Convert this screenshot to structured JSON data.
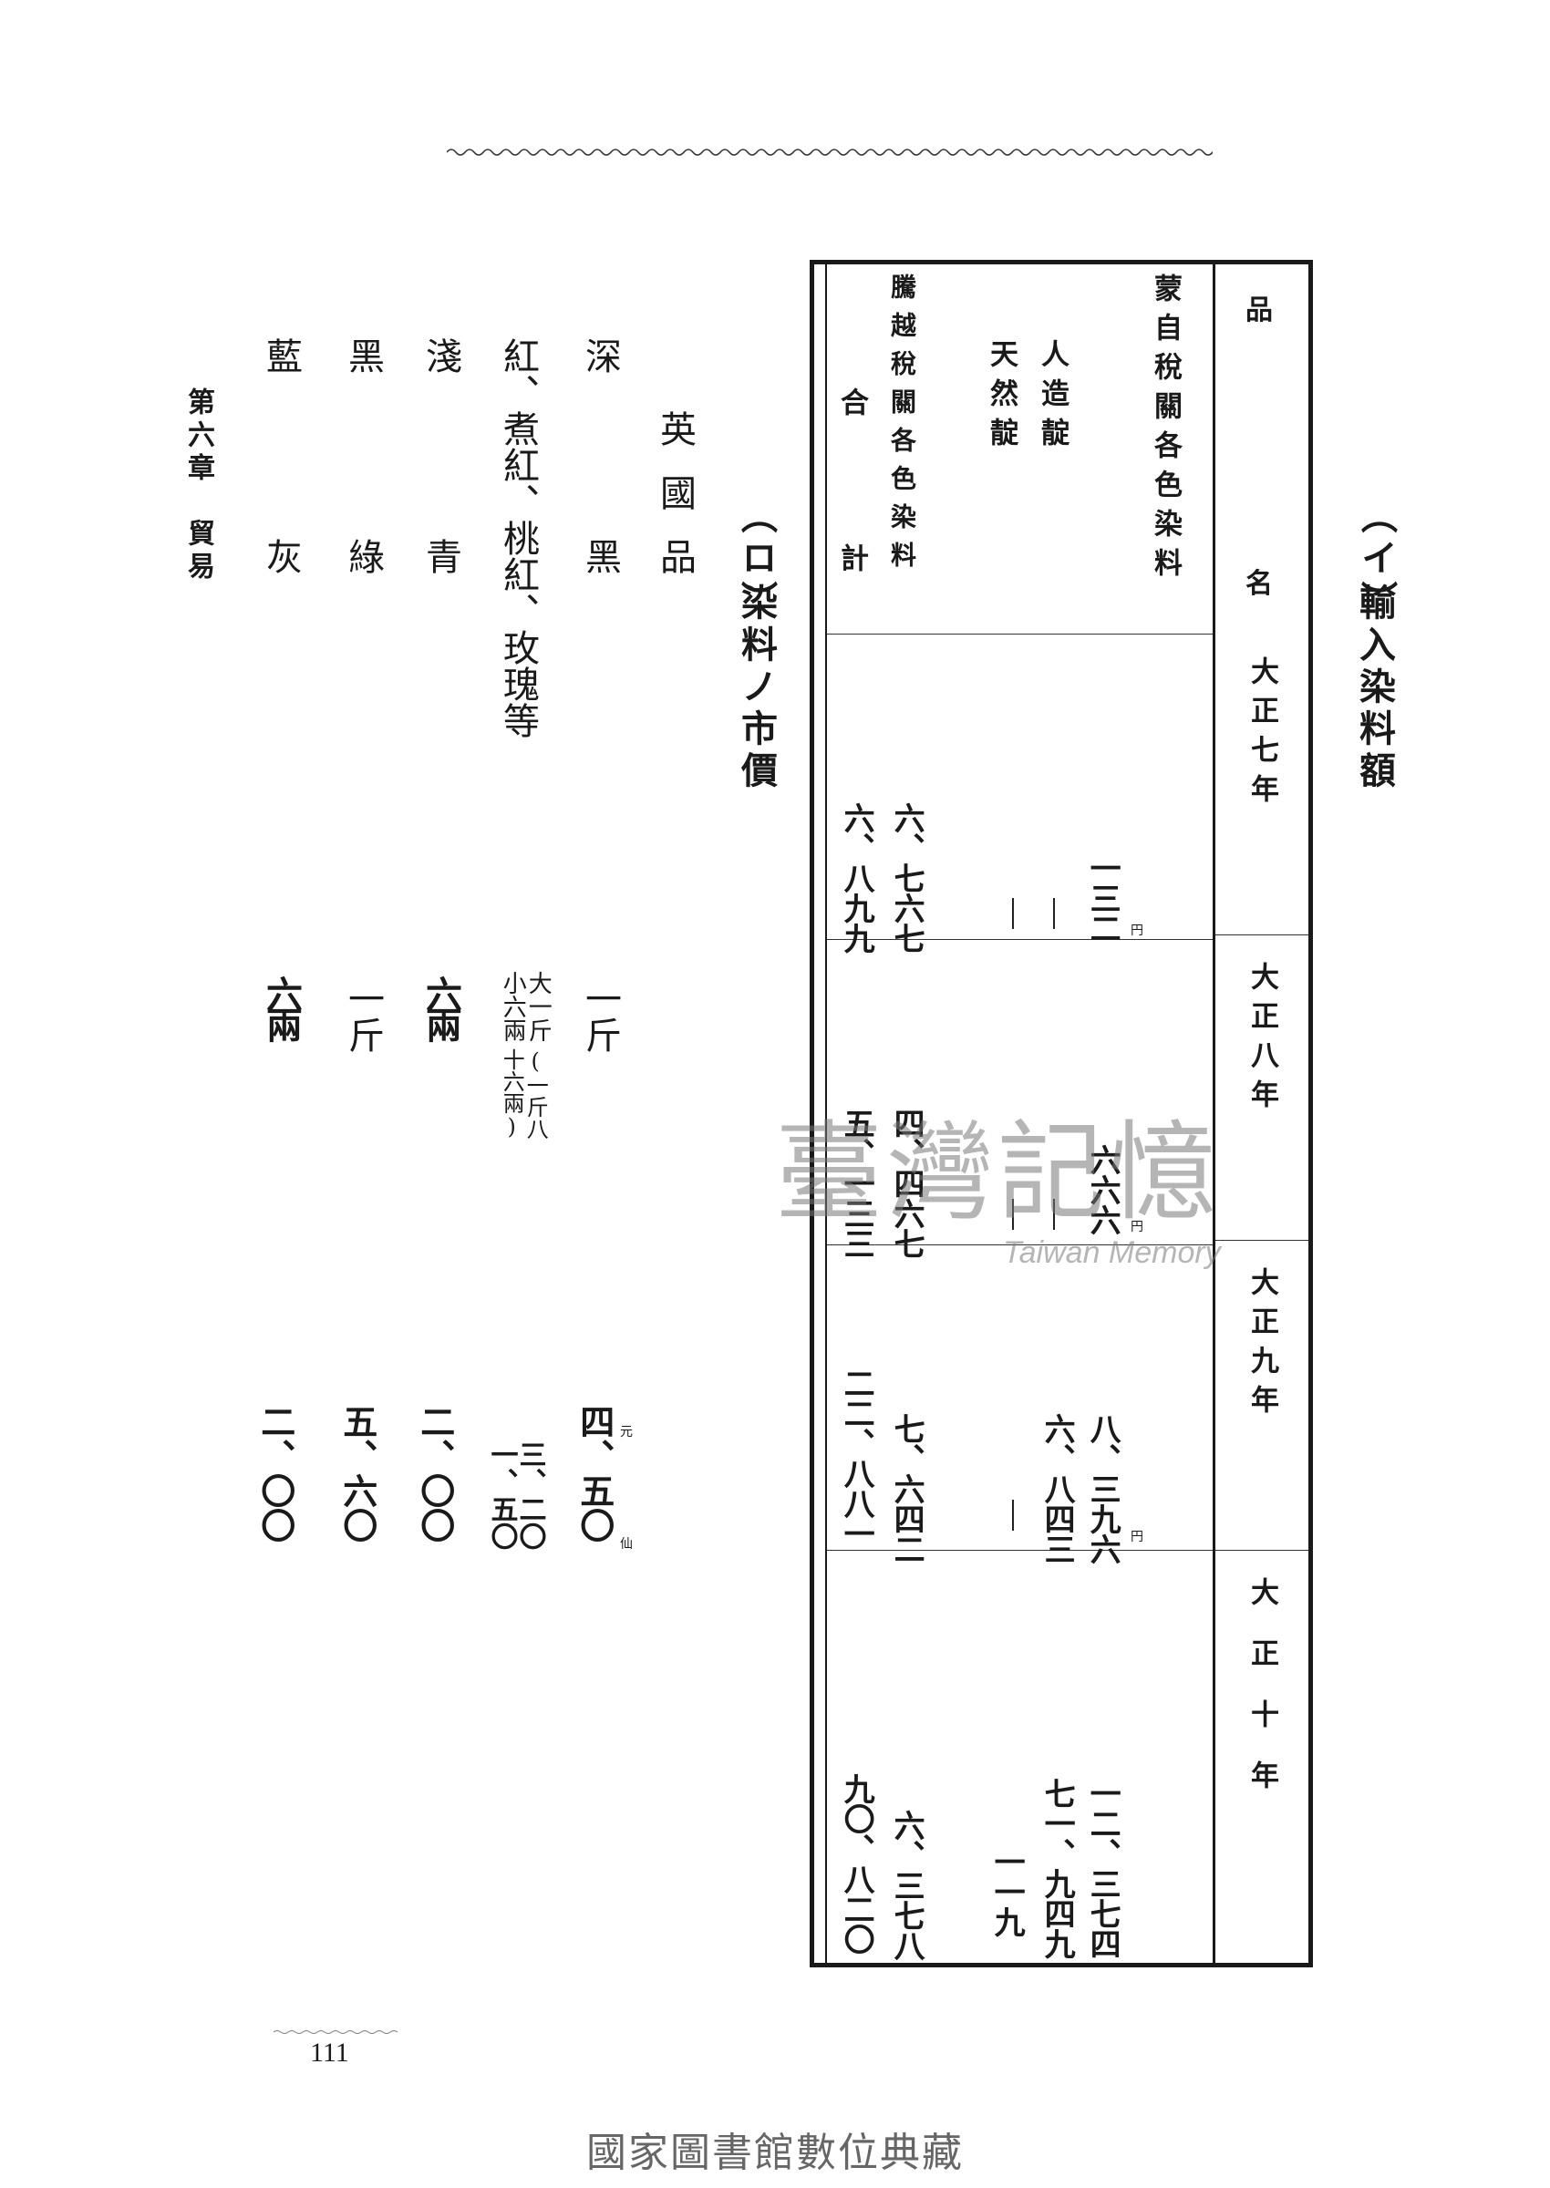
{
  "table_title": {
    "label": "（イ）",
    "text": "輸入染料額"
  },
  "table": {
    "col_header": "品名",
    "columns": [
      "大正七年",
      "大正八年",
      "大正九年",
      "大正十年"
    ],
    "unit": "円",
    "rows": [
      {
        "name": "蒙自稅關各色染料",
        "values": [
          "一三二",
          "六六六",
          "八、三九六",
          "一二、三七四"
        ]
      },
      {
        "name": "人造靛",
        "values": [
          "—",
          "—",
          "六、八四三",
          "七一、九四九"
        ]
      },
      {
        "name": "天然靛",
        "values": [
          "—",
          "—",
          "—",
          "一一九"
        ]
      },
      {
        "name": "騰越稅關各色染料",
        "values": [
          "六、七六七",
          "四、四六七",
          "七、六四二",
          "六、三七八"
        ]
      },
      {
        "name": "合計",
        "values": [
          "六、八九九",
          "五、一三三",
          "二二、八八一",
          "九〇、八二〇"
        ]
      }
    ]
  },
  "price_section": {
    "label": "（ロ）",
    "title": "染料ノ市價",
    "group_heading": "英國品",
    "unit_top": "元",
    "unit_bottom": "仙",
    "items": [
      {
        "name": "深黑",
        "unit": "一斤",
        "price": "四、五〇"
      },
      {
        "name": "紅、煮紅、桃紅、玫瑰等",
        "unit_line1": "大一斤",
        "unit_line2": "小六兩",
        "unit_note1": "(一斤八",
        "unit_note2": "十六兩)",
        "price_line1": "三、二〇",
        "price_line2": "一、五〇"
      },
      {
        "name": "淺青",
        "unit": "六兩",
        "price": "二、〇〇"
      },
      {
        "name": "黑綠",
        "unit": "一斤",
        "price": "五、六〇"
      },
      {
        "name": "藍灰",
        "unit": "六兩",
        "price": "二、〇〇"
      }
    ]
  },
  "watermark": {
    "cn": "臺灣記憶",
    "en": "Taiwan Memory"
  },
  "running_head": "第六章　貿易",
  "page_number": "111",
  "footer": "國家圖書館數位典藏"
}
